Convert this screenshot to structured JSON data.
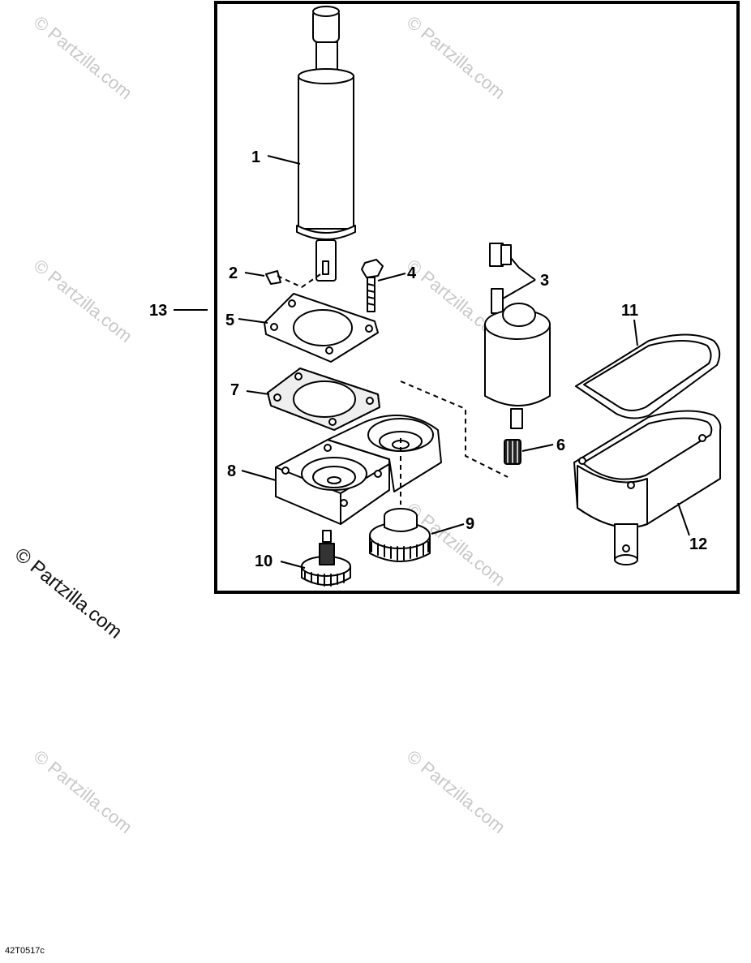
{
  "diagram": {
    "callouts": [
      "1",
      "2",
      "3",
      "4",
      "5",
      "6",
      "7",
      "8",
      "9",
      "10",
      "11",
      "12",
      "13"
    ],
    "watermark_text": "© Partzilla.com",
    "figure_code": "42T0517c"
  }
}
